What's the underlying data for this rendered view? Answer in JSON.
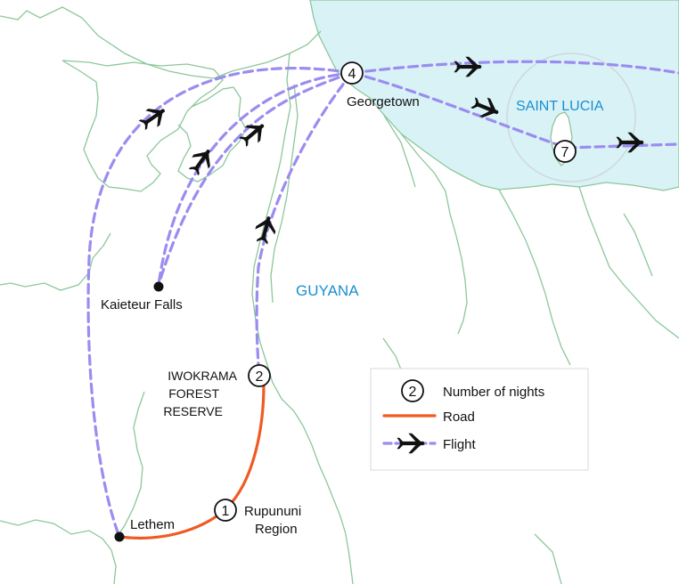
{
  "labels": {
    "georgetown": "Georgetown",
    "saint_lucia": "SAINT LUCIA",
    "guyana": "GUYANA",
    "kaieteur": "Kaieteur Falls",
    "iwokrama_1": "IWOKRAMA",
    "iwokrama_2": "FOREST",
    "iwokrama_3": "RESERVE",
    "lethem": "Lethem",
    "rupununi_1": "Rupununi",
    "rupununi_2": "Region"
  },
  "stops": {
    "georgetown_nights": "4",
    "saint_lucia_nights": "7",
    "iwokrama_nights": "2",
    "rupununi_nights": "1"
  },
  "legend": {
    "nights_sample": "2",
    "nights_label": "Number of nights",
    "road_label": "Road",
    "flight_label": "Flight"
  },
  "colors": {
    "sea": "#d9f2f6",
    "land": "#ffffff",
    "border": "#8cc79a",
    "road": "#f05a22",
    "flight": "#9b8cf0",
    "country_label": "#1b8fd0",
    "text": "#111111"
  },
  "icons": [
    "plane-icon",
    "circle-number-icon",
    "town-dot-icon"
  ]
}
